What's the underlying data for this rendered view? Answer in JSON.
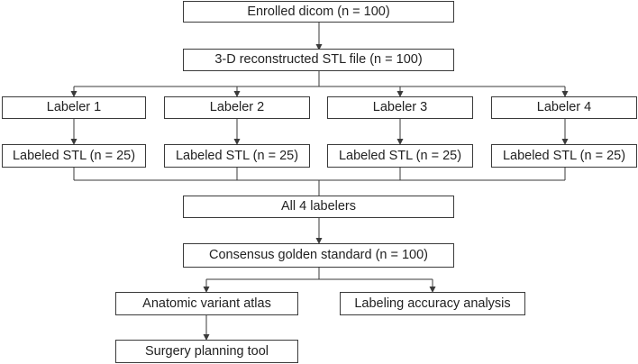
{
  "nodes": {
    "enrolled": "Enrolled dicom (n = 100)",
    "reconstructed": "3-D reconstructed STL file (n = 100)",
    "labelers": [
      "Labeler 1",
      "Labeler 2",
      "Labeler 3",
      "Labeler 4"
    ],
    "labeled_stl": [
      "Labeled STL (n = 25)",
      "Labeled STL (n = 25)",
      "Labeled STL (n = 25)",
      "Labeled STL (n = 25)"
    ],
    "all_labelers": "All 4 labelers",
    "consensus": "Consensus golden standard (n = 100)",
    "atlas": "Anatomic variant atlas",
    "accuracy": "Labeling accuracy analysis",
    "planning": "Surgery planning tool"
  },
  "colors": {
    "line": "#3a3a3a",
    "text": "#222222",
    "background": "#ffffff"
  }
}
